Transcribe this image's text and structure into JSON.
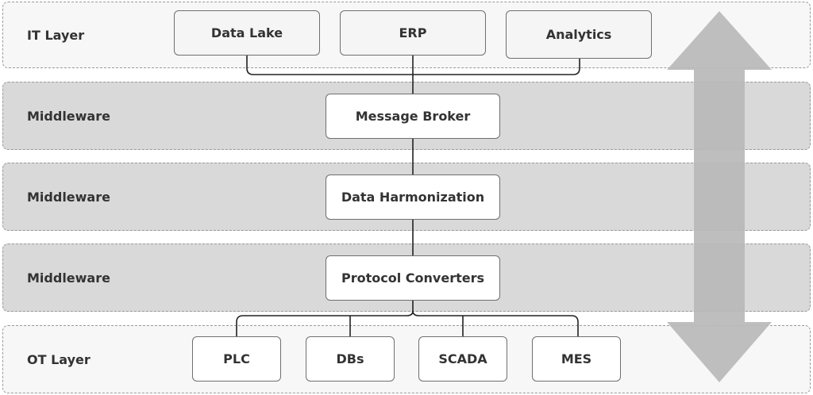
{
  "layers": [
    {
      "label": "IT Layer"
    },
    {
      "label": "Middleware"
    },
    {
      "label": "Middleware"
    },
    {
      "label": "Middleware"
    },
    {
      "label": "OT Layer"
    }
  ],
  "it_nodes": [
    "Data Lake",
    "ERP",
    "Analytics"
  ],
  "middleware_nodes": [
    "Message Broker",
    "Data Harmonization",
    "Protocol Converters"
  ],
  "ot_nodes": [
    "PLC",
    "DBs",
    "SCADA",
    "MES"
  ],
  "colors": {
    "band_light": "#f7f7f7",
    "band_dark": "#d9d9d9",
    "node_border": "#6f6f6f",
    "connector": "#222222",
    "arrow": "#b8b8b8"
  },
  "icons": {
    "side_arrow": "double-headed-vertical-arrow"
  }
}
